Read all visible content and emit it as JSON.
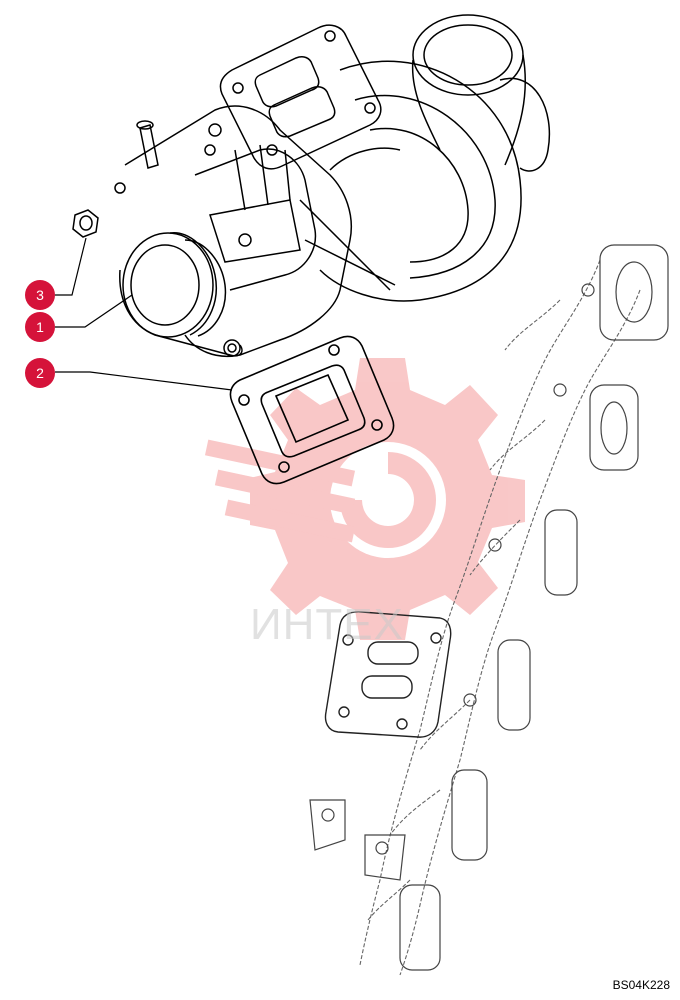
{
  "callouts": [
    {
      "label": "3"
    },
    {
      "label": "1"
    },
    {
      "label": "2"
    }
  ],
  "watermark": {
    "text": "ИНТЕХ"
  },
  "drawing_code": "BS04K228",
  "colors": {
    "callout": "#d5133a",
    "watermark": "#f7b5b5",
    "watermark_text": "#c9c9c9",
    "line": "#000000",
    "dashed": "#666666"
  },
  "icons": {
    "watermark_logo": "gear-logo-icon"
  }
}
